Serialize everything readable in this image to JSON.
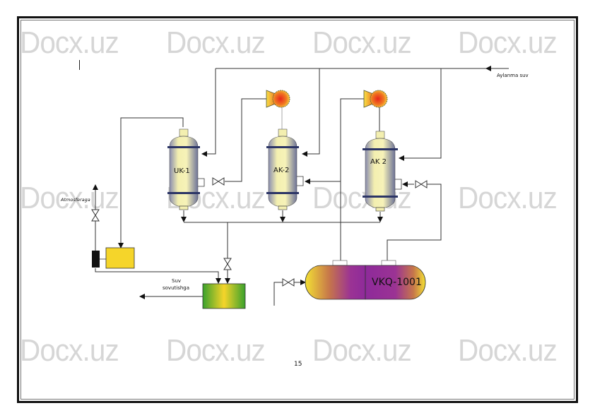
{
  "document": {
    "watermark_text": "Docx.uz",
    "page_number": "15"
  },
  "diagram": {
    "inlet_label": "Aylanma suv",
    "vent_label": "Atmosferaga",
    "outlet_label_line1": "Suv",
    "outlet_label_line2": "sovutishga",
    "vessels": [
      {
        "id": "uk1",
        "label": "UK-1"
      },
      {
        "id": "ak2a",
        "label": "AK-2"
      },
      {
        "id": "ak2b",
        "label": "AK 2"
      }
    ],
    "horizontal_tank_label": "VKQ-1001",
    "colors": {
      "pipe": "#333333",
      "vessel_body": "#f3efb0",
      "vessel_shade": "#8a8db0",
      "flange": "#2c3566",
      "pump_hot": "#e8261c",
      "pump_warm": "#f7e046",
      "tank_yellow": "#f5d52a",
      "tank_green": "#3aa12c",
      "tank_magenta": "#8e2a9a"
    }
  }
}
